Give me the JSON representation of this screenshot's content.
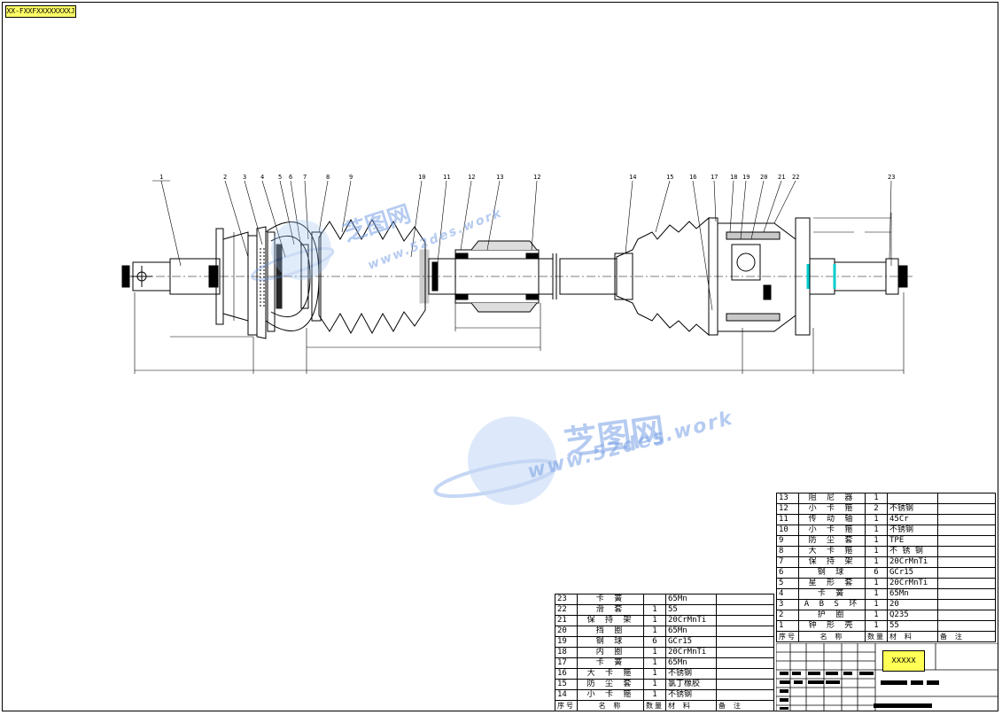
{
  "sheet": {
    "stamp_label": "XX-FXXFXXXXXXXXJ",
    "title_block_yellow": "XXXXX"
  },
  "watermark": {
    "brand": "芝图网",
    "url": "www.52des.work"
  },
  "callouts": [
    "1",
    "2",
    "3",
    "4",
    "5",
    "6",
    "7",
    "8",
    "9",
    "10",
    "11",
    "12",
    "13",
    "12",
    "14",
    "15",
    "16",
    "17",
    "18",
    "19",
    "20",
    "21",
    "22",
    "23"
  ],
  "bom_left": [
    {
      "n": "23",
      "name": "卡 簧",
      "qty": "",
      "mat": "65Mn",
      "rem": ""
    },
    {
      "n": "22",
      "name": "滑 套",
      "qty": "1",
      "mat": "55",
      "rem": ""
    },
    {
      "n": "21",
      "name": "保 持 架",
      "qty": "1",
      "mat": "20CrMnTi",
      "rem": ""
    },
    {
      "n": "20",
      "name": "挡 圈",
      "qty": "1",
      "mat": "65Mn",
      "rem": ""
    },
    {
      "n": "19",
      "name": "钢 球",
      "qty": "6",
      "mat": "GCr15",
      "rem": ""
    },
    {
      "n": "18",
      "name": "内 圈",
      "qty": "1",
      "mat": "20CrMnTi",
      "rem": ""
    },
    {
      "n": "17",
      "name": "卡 簧",
      "qty": "1",
      "mat": "65Mn",
      "rem": ""
    },
    {
      "n": "16",
      "name": "大 卡 箍",
      "qty": "1",
      "mat": "不锈钢",
      "rem": ""
    },
    {
      "n": "15",
      "name": "防 尘 套",
      "qty": "1",
      "mat": "氯丁橡胶",
      "rem": ""
    },
    {
      "n": "14",
      "name": "小 卡 箍",
      "qty": "1",
      "mat": "不锈钢",
      "rem": ""
    }
  ],
  "bom_right": [
    {
      "n": "13",
      "name": "阻 尼 器",
      "qty": "1",
      "mat": "",
      "rem": ""
    },
    {
      "n": "12",
      "name": "小 卡 箍",
      "qty": "2",
      "mat": "不锈钢",
      "rem": ""
    },
    {
      "n": "11",
      "name": "传 动 轴",
      "qty": "1",
      "mat": "45Cr",
      "rem": ""
    },
    {
      "n": "10",
      "name": "小 卡 箍",
      "qty": "1",
      "mat": "不锈钢",
      "rem": ""
    },
    {
      "n": "9",
      "name": "防 尘 套",
      "qty": "1",
      "mat": "TPE",
      "rem": ""
    },
    {
      "n": "8",
      "name": "大 卡 箍",
      "qty": "1",
      "mat": "不 锈 钢",
      "rem": ""
    },
    {
      "n": "7",
      "name": "保 持 架",
      "qty": "1",
      "mat": "20CrMnTi",
      "rem": ""
    },
    {
      "n": "6",
      "name": "钢 球",
      "qty": "6",
      "mat": "GCr15",
      "rem": ""
    },
    {
      "n": "5",
      "name": "星 形 套",
      "qty": "1",
      "mat": "20CrMnTi",
      "rem": ""
    },
    {
      "n": "4",
      "name": "卡 簧",
      "qty": "1",
      "mat": "65Mn",
      "rem": ""
    },
    {
      "n": "3",
      "name": "A B S 环",
      "qty": "1",
      "mat": "20",
      "rem": ""
    },
    {
      "n": "2",
      "name": "护 圈",
      "qty": "1",
      "mat": "Q235",
      "rem": ""
    },
    {
      "n": "1",
      "name": "钟 形 壳",
      "qty": "1",
      "mat": "55",
      "rem": ""
    }
  ],
  "bom_header": {
    "n": "序号",
    "name": "名 称",
    "qty": "数量",
    "mat": "材 料",
    "rem": "备 注"
  }
}
